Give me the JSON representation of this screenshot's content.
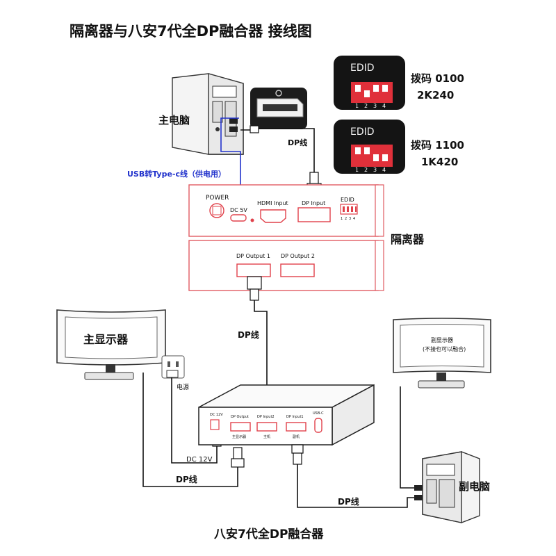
{
  "title": "隔离器与八安7代全DP融合器 接线图",
  "bottom_title": "八安7代全DP融合器",
  "main_pc_label": "主电脑",
  "sub_pc_label": "副电脑",
  "isolator_label": "隔离器",
  "main_monitor_label": "主显示器",
  "sub_monitor_label": "副显示器",
  "sub_monitor_note": "(不接也可以融合)",
  "power_outlet_label": "电源",
  "usb_cable_label": "USB转Type-c线（供电用）",
  "cables": {
    "dp_main_to_isolator": "DP线",
    "dp_isolator_to_fusion": "DP线",
    "dp_fusion_to_monitor": "DP线",
    "dp_sub_pc_to_fusion": "DP线",
    "dc12v": "DC 12V"
  },
  "edid_settings": [
    {
      "edid_title": "EDID",
      "code_label": "拨码 0100",
      "mode_label": "2K240"
    },
    {
      "edid_title": "EDID",
      "code_label": "拨码 1100",
      "mode_label": "1K420"
    }
  ],
  "dip_numbers": [
    "1",
    "2",
    "3",
    "4"
  ],
  "isolator_top": {
    "power_label": "POWER",
    "dc_label": "DC 5V",
    "hdmi_label": "HDMI Input",
    "dp_label": "DP Input",
    "edid_label": "EDID"
  },
  "isolator_bottom": {
    "out1_label": "DP Output 1",
    "out2_label": "DP Output 2"
  },
  "fusion_ports": {
    "dc_label": "DC 12V",
    "out_label": "DP Output",
    "out_sub": "主显示器",
    "in2_label": "DP Input2",
    "in2_sub": "主机",
    "in1_label": "DP Input1",
    "in1_sub": "副机",
    "usb_label": "USB-C"
  },
  "colors": {
    "accent_red": "#e0404a",
    "usb_cable_blue": "#2233cc"
  }
}
